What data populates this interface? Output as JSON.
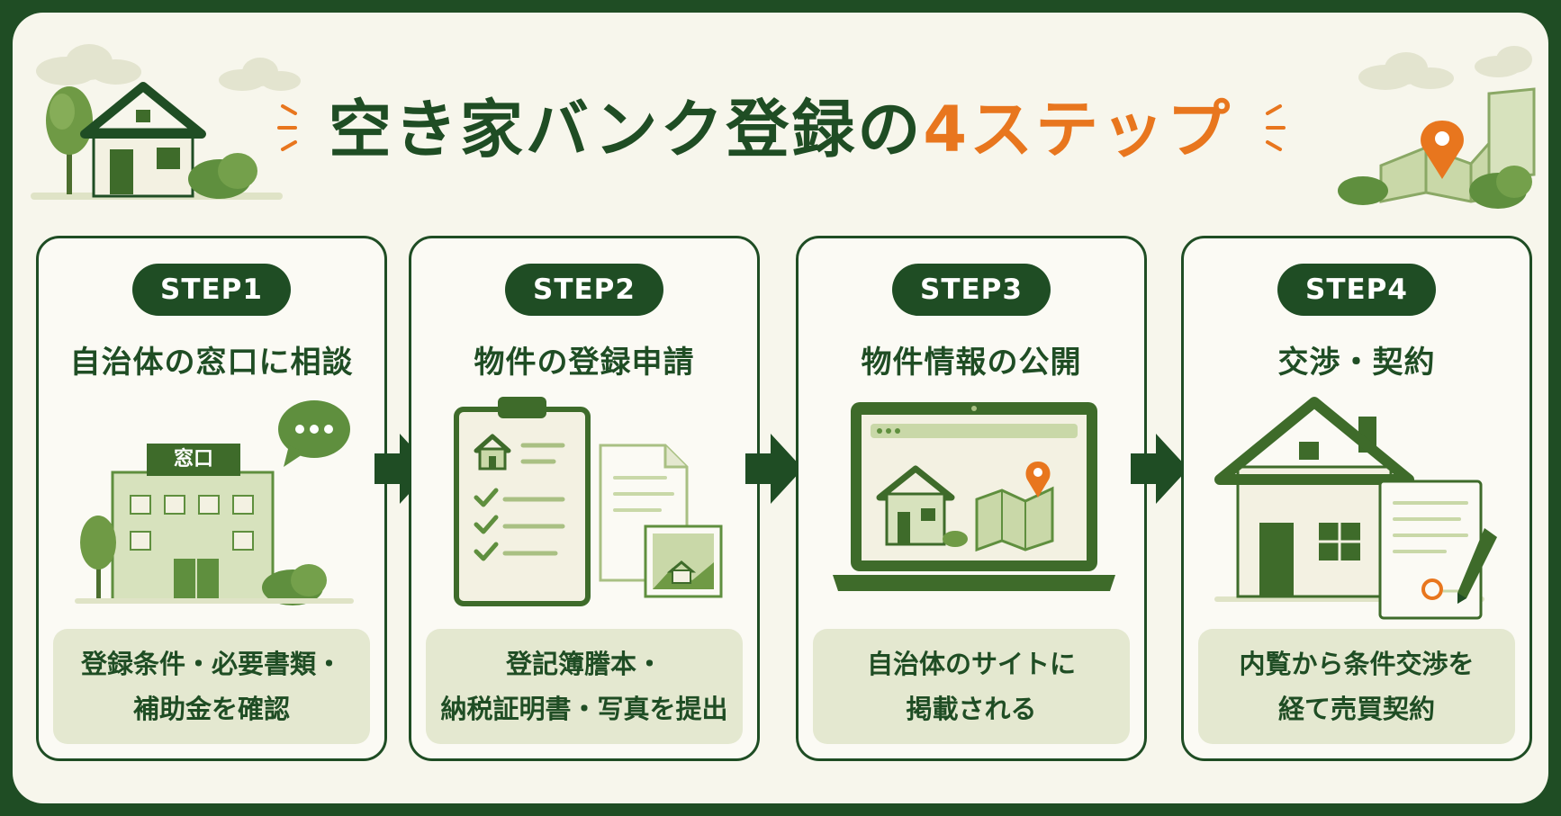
{
  "title": {
    "main": "空き家バンク登録の",
    "number": "4",
    "suffix": "ステップ"
  },
  "steps": [
    {
      "badge": "STEP1",
      "heading": "自治体の窓口に相談",
      "desc": [
        "登録条件・必要書類・",
        "補助金を確認"
      ],
      "sign": "窓口"
    },
    {
      "badge": "STEP2",
      "heading": "物件の登録申請",
      "desc": [
        "登記簿謄本・",
        "納税証明書・写真を提出"
      ]
    },
    {
      "badge": "STEP3",
      "heading": "物件情報の公開",
      "desc": [
        "自治体のサイトに",
        "掲載される"
      ]
    },
    {
      "badge": "STEP4",
      "heading": "交渉・契約",
      "desc": [
        "内覧から条件交渉を",
        "経て売買契約"
      ]
    }
  ],
  "colors": {
    "dark_green": "#1f4d24",
    "mid_green": "#5f8f3e",
    "light_green": "#c9d8a8",
    "orange": "#e8761e",
    "panel": "#e4e8d0",
    "background": "#f7f6ec"
  }
}
